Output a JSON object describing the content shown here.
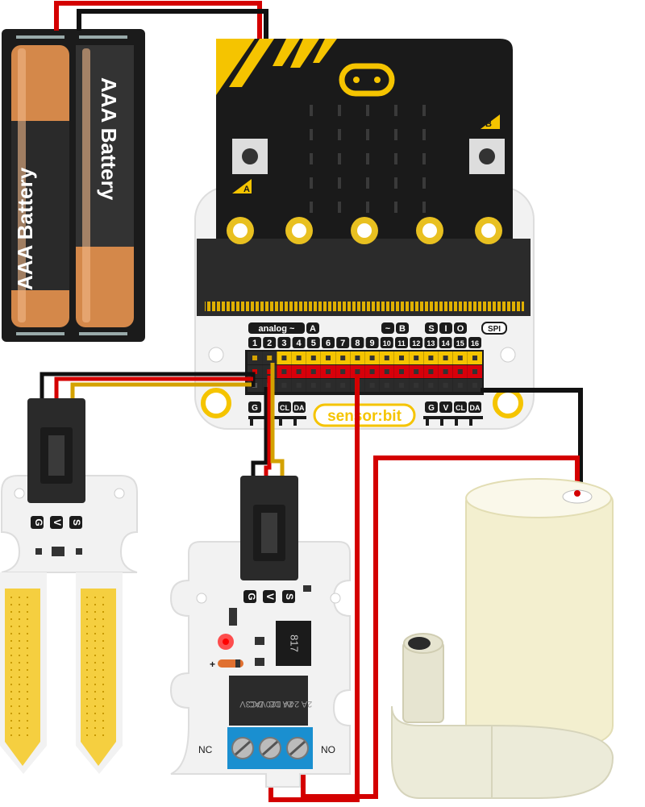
{
  "battery": {
    "cell_left_label": "AAA Battery",
    "cell_right_label": "AAA Battery"
  },
  "microbit": {
    "button_a_label": "A",
    "button_b_label": "B"
  },
  "sensor_bit": {
    "brand": "sensor:bit",
    "tag_analog": "analog ~",
    "tag_a": "A",
    "tag_tilde": "~",
    "tag_b": "B",
    "tag_s": "S",
    "tag_i": "I",
    "tag_o": "O",
    "tag_spi": "SPI",
    "pin_numbers": [
      "1",
      "2",
      "3",
      "4",
      "5",
      "6",
      "7",
      "8",
      "9",
      "10",
      "11",
      "12",
      "13",
      "14",
      "15",
      "16"
    ],
    "bottom_left_g": "G",
    "bottom_left_cl": "CL",
    "bottom_left_da": "DA",
    "bottom_right_g": "G",
    "bottom_right_v": "V",
    "bottom_right_cl": "CL",
    "bottom_right_da": "DA"
  },
  "soil_sensor": {
    "pin_g": "G",
    "pin_v": "V",
    "pin_s": "S"
  },
  "relay_module": {
    "pin_g": "G",
    "pin_v": "V",
    "pin_s": "S",
    "relay_line1": "DC3V",
    "relay_line2": "2A 120VAC",
    "relay_line3": "2A 24V DC",
    "optocoupler": "817",
    "plus": "+",
    "terminal_nc": "NC",
    "terminal_no": "NO"
  },
  "colors": {
    "wire_red": "#d40000",
    "wire_black": "#111111",
    "wire_yellow": "#d4a200",
    "microbit_black": "#1a1a1a",
    "microbit_yellow": "#f5c400",
    "gold_pad": "#e8c020",
    "board_white": "#f2f2f2",
    "header_yellow": "#f5c400",
    "header_red": "#d8000a",
    "terminal_blue": "#1a8fd0",
    "battery_orange": "#d4884a",
    "pump_cream": "#f3efcf"
  }
}
